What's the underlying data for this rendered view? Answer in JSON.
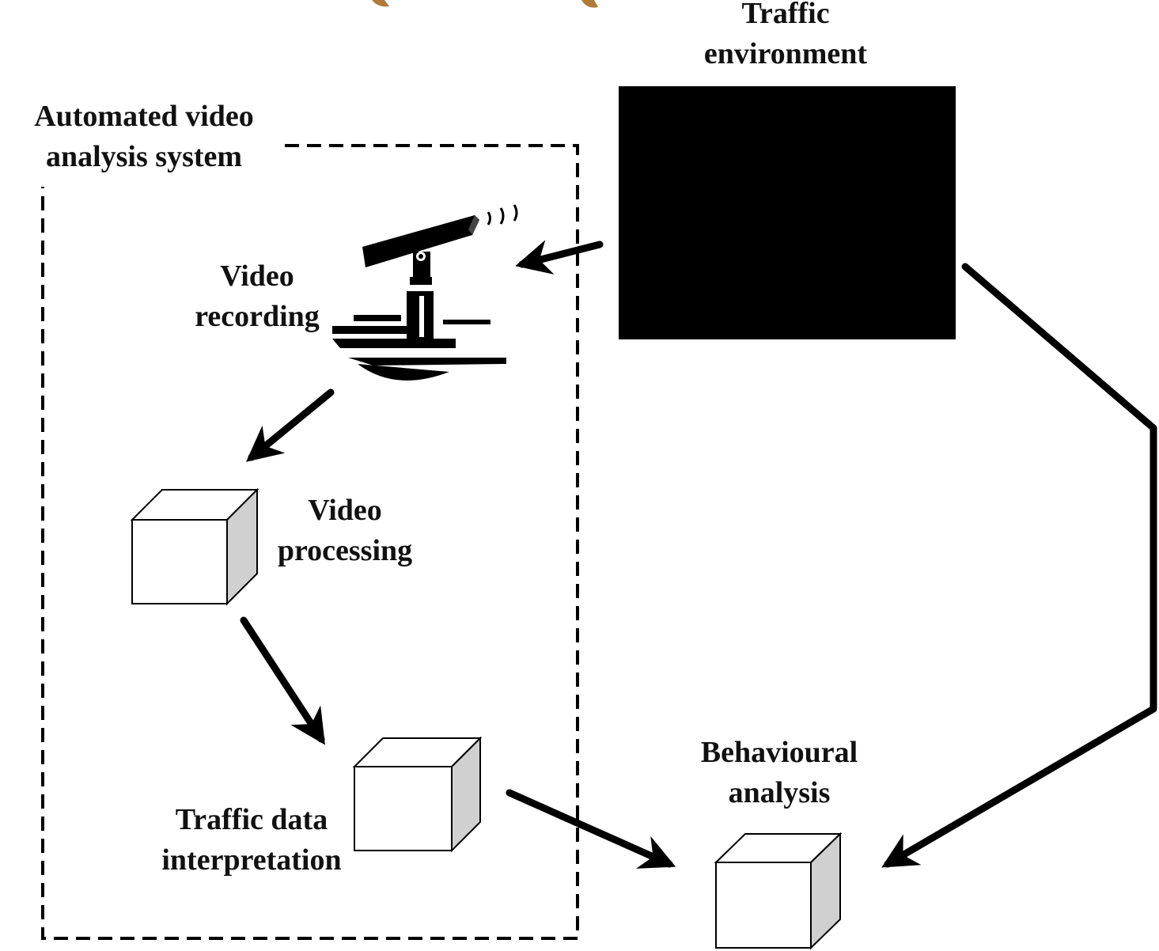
{
  "labels": {
    "system": [
      "Automated video",
      "analysis system"
    ],
    "environment": [
      "Traffic",
      "environment"
    ],
    "video_recording": [
      "Video",
      "recording"
    ],
    "video_processing": [
      "Video",
      "processing"
    ],
    "traffic_data": [
      "Traffic data",
      "interpretation"
    ],
    "behavioural": [
      "Behavioural",
      "analysis"
    ]
  },
  "colors": {
    "ink": "#000000",
    "cube_side": "#d0d0d0",
    "cube_face": "#ffffff",
    "environment_box": "#000000",
    "top_decoration": "#b07a3a"
  }
}
